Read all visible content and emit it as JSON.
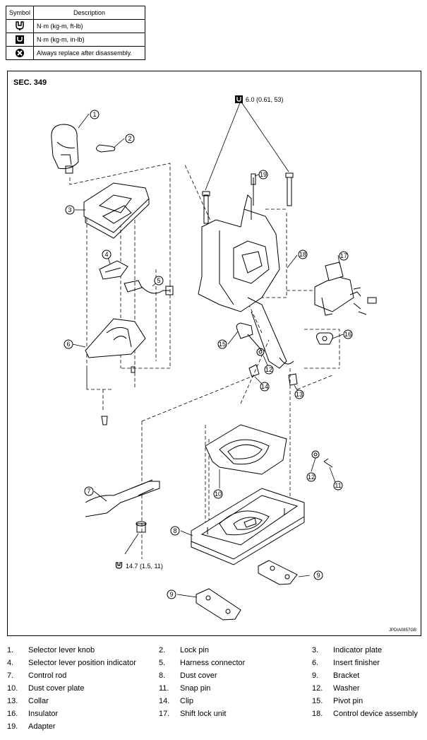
{
  "symbol_table": {
    "header_symbol": "Symbol",
    "header_description": "Description",
    "rows": [
      {
        "icon": "torque-nm-kgm-ftlb-icon",
        "description": "N·m (kg-m, ft-lb)"
      },
      {
        "icon": "torque-nm-kgm-inlb-icon",
        "description": "N·m (kg-m, in-lb)"
      },
      {
        "icon": "replace-after-disassembly-icon",
        "description": "Always replace after disassembly."
      }
    ]
  },
  "diagram": {
    "section": "SEC. 349",
    "code": "JPDIA0857GB",
    "torque_top": "6.0 (0.61, 53)",
    "torque_bottom": "14.7 (1.5, 11)",
    "callouts": [
      "1",
      "2",
      "3",
      "4",
      "5",
      "6",
      "7",
      "8",
      "9",
      "9",
      "10",
      "11",
      "12",
      "12",
      "13",
      "14",
      "15",
      "16",
      "17",
      "18",
      "19"
    ]
  },
  "legend": [
    {
      "num": "1.",
      "name": "Selector lever knob"
    },
    {
      "num": "2.",
      "name": "Lock pin"
    },
    {
      "num": "3.",
      "name": "Indicator plate"
    },
    {
      "num": "4.",
      "name": "Selector lever position indicator"
    },
    {
      "num": "5.",
      "name": "Harness connector"
    },
    {
      "num": "6.",
      "name": "Insert finisher"
    },
    {
      "num": "7.",
      "name": "Control rod"
    },
    {
      "num": "8.",
      "name": "Dust cover"
    },
    {
      "num": "9.",
      "name": "Bracket"
    },
    {
      "num": "10.",
      "name": "Dust cover plate"
    },
    {
      "num": "11.",
      "name": "Snap pin"
    },
    {
      "num": "12.",
      "name": "Washer"
    },
    {
      "num": "13.",
      "name": "Collar"
    },
    {
      "num": "14.",
      "name": "Clip"
    },
    {
      "num": "15.",
      "name": "Pivot pin"
    },
    {
      "num": "16.",
      "name": "Insulator"
    },
    {
      "num": "17.",
      "name": "Shift lock unit"
    },
    {
      "num": "18.",
      "name": "Control device assembly"
    },
    {
      "num": "19.",
      "name": "Adapter"
    }
  ]
}
